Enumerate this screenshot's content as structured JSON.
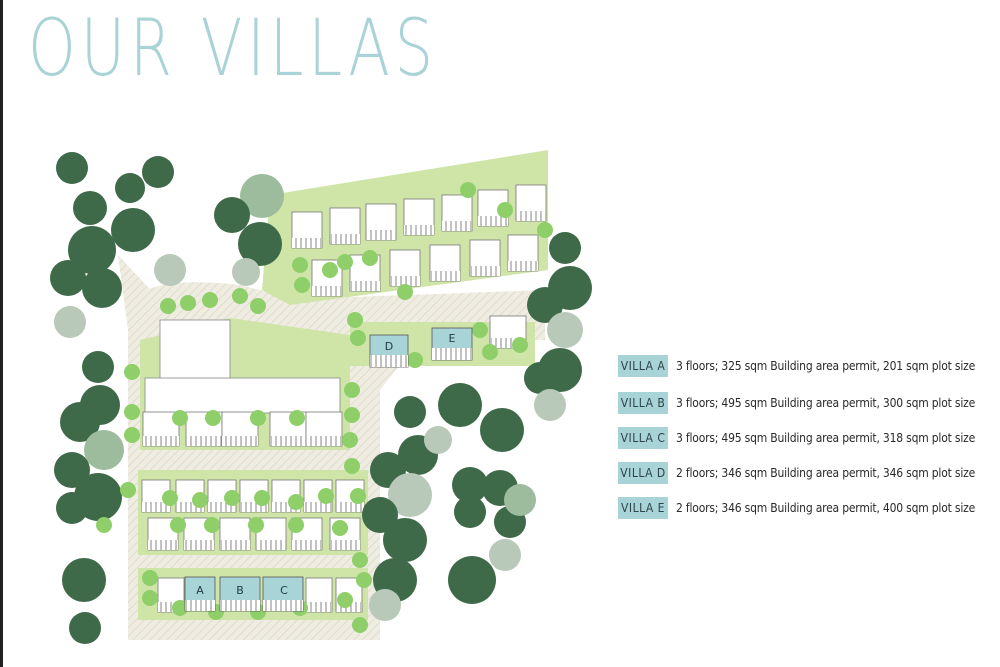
{
  "page": {
    "title": "OUR VILLAS"
  },
  "plan": {
    "villa_labels": [
      "D",
      "E",
      "A",
      "B",
      "C"
    ]
  },
  "legend": {
    "items": [
      {
        "tag": "VILLA A",
        "description": "3 floors; 325 sqm Building area permit, 201 sqm plot size"
      },
      {
        "tag": "VILLA B",
        "description": "3 floors; 495 sqm Building area permit, 300 sqm plot size"
      },
      {
        "tag": "VILLA C",
        "description": "3 floors; 495 sqm Building area permit, 318 sqm plot size"
      },
      {
        "tag": "VILLA D",
        "description": "2 floors; 346 sqm Building area permit, 346 sqm plot size"
      },
      {
        "tag": "VILLA E",
        "description": "2 floors; 346 sqm Building area permit, 400 sqm plot size"
      }
    ]
  },
  "colors": {
    "title": "#a9d3d6",
    "highlight": "#a8d3d7",
    "lawn": "#cfe5a8",
    "path": "#ece9dd",
    "tree_dark": "#3f6a49",
    "tree_light": "#9dbb9d"
  }
}
